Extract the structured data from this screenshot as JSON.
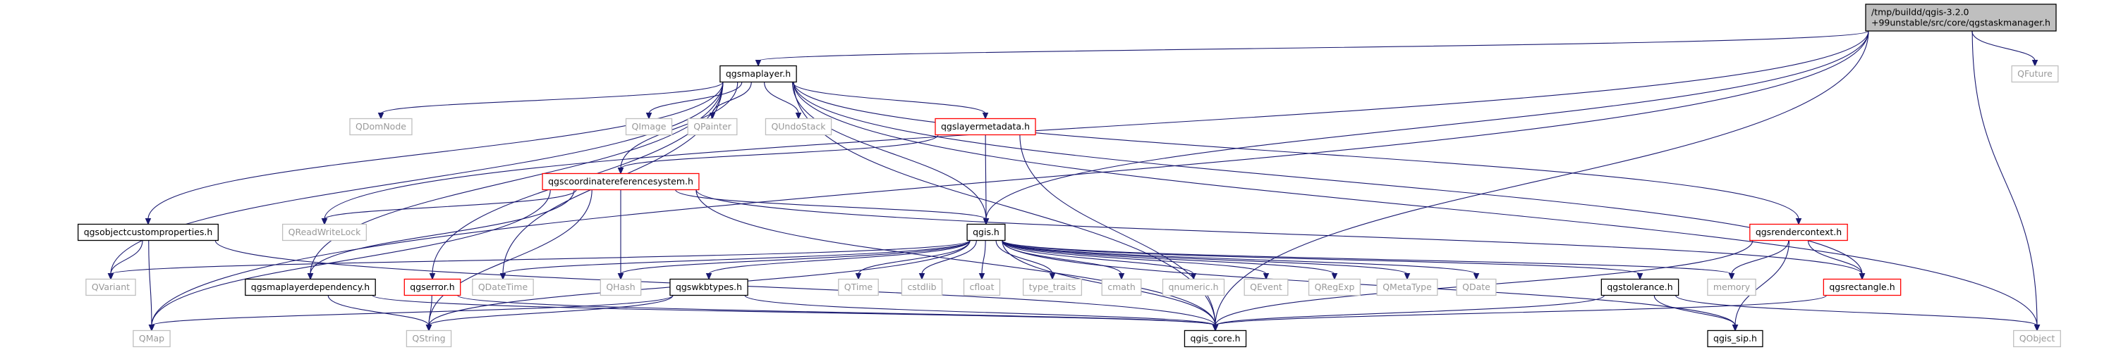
{
  "colors": {
    "edge": "#191970",
    "root_fill": "#bfbfbf",
    "root_border": "#000000",
    "linked_border": "#000000",
    "warning_border": "#ff0000",
    "external_border": "#bfbfbf",
    "external_text": "#999999",
    "node_fill": "#ffffff"
  },
  "nodes": [
    {
      "id": "root",
      "lines": [
        "/tmp/buildd/qgis-3.2.0",
        "+99unstable/src/core/qgstaskmanager.h"
      ],
      "style": "root"
    },
    {
      "id": "qgsmaplayer",
      "lines": [
        "qgsmaplayer.h"
      ],
      "style": "linked"
    },
    {
      "id": "qfuture",
      "lines": [
        "QFuture"
      ],
      "style": "external"
    },
    {
      "id": "qdomnode",
      "lines": [
        "QDomNode"
      ],
      "style": "external"
    },
    {
      "id": "qimage",
      "lines": [
        "QImage"
      ],
      "style": "external"
    },
    {
      "id": "qpainter",
      "lines": [
        "QPainter"
      ],
      "style": "external"
    },
    {
      "id": "qundostack",
      "lines": [
        "QUndoStack"
      ],
      "style": "external"
    },
    {
      "id": "qgslayermetadata",
      "lines": [
        "qgslayermetadata.h"
      ],
      "style": "warning"
    },
    {
      "id": "qgscrs",
      "lines": [
        "qgscoordinatereferencesystem.h"
      ],
      "style": "warning"
    },
    {
      "id": "qgsobjectcustomproperties",
      "lines": [
        "qgsobjectcustomproperties.h"
      ],
      "style": "linked"
    },
    {
      "id": "qreadwritelock",
      "lines": [
        "QReadWriteLock"
      ],
      "style": "external"
    },
    {
      "id": "qgis",
      "lines": [
        "qgis.h"
      ],
      "style": "linked"
    },
    {
      "id": "qgsrendercontext",
      "lines": [
        "qgsrendercontext.h"
      ],
      "style": "warning"
    },
    {
      "id": "qvariant",
      "lines": [
        "QVariant"
      ],
      "style": "external"
    },
    {
      "id": "qgsmaplayerdependency",
      "lines": [
        "qgsmaplayerdependency.h"
      ],
      "style": "linked"
    },
    {
      "id": "qgserror",
      "lines": [
        "qgserror.h"
      ],
      "style": "warning"
    },
    {
      "id": "qdatetime",
      "lines": [
        "QDateTime"
      ],
      "style": "external"
    },
    {
      "id": "qhash",
      "lines": [
        "QHash"
      ],
      "style": "external"
    },
    {
      "id": "qgswkbtypes",
      "lines": [
        "qgswkbtypes.h"
      ],
      "style": "linked"
    },
    {
      "id": "qtime",
      "lines": [
        "QTime"
      ],
      "style": "external"
    },
    {
      "id": "cstdlib",
      "lines": [
        "cstdlib"
      ],
      "style": "external"
    },
    {
      "id": "cfloat",
      "lines": [
        "cfloat"
      ],
      "style": "external"
    },
    {
      "id": "type_traits",
      "lines": [
        "type_traits"
      ],
      "style": "external"
    },
    {
      "id": "cmath",
      "lines": [
        "cmath"
      ],
      "style": "external"
    },
    {
      "id": "qnumeric",
      "lines": [
        "qnumeric.h"
      ],
      "style": "external"
    },
    {
      "id": "qevent",
      "lines": [
        "QEvent"
      ],
      "style": "external"
    },
    {
      "id": "qregexp",
      "lines": [
        "QRegExp"
      ],
      "style": "external"
    },
    {
      "id": "qmetatype",
      "lines": [
        "QMetaType"
      ],
      "style": "external"
    },
    {
      "id": "qdate",
      "lines": [
        "QDate"
      ],
      "style": "external"
    },
    {
      "id": "qgstolerance",
      "lines": [
        "qgstolerance.h"
      ],
      "style": "linked"
    },
    {
      "id": "memory",
      "lines": [
        "memory"
      ],
      "style": "external"
    },
    {
      "id": "qgsrectangle",
      "lines": [
        "qgsrectangle.h"
      ],
      "style": "warning"
    },
    {
      "id": "qmap",
      "lines": [
        "QMap"
      ],
      "style": "external"
    },
    {
      "id": "qstring",
      "lines": [
        "QString"
      ],
      "style": "external"
    },
    {
      "id": "qgis_core",
      "lines": [
        "qgis_core.h"
      ],
      "style": "linked"
    },
    {
      "id": "qgis_sip",
      "lines": [
        "qgis_sip.h"
      ],
      "style": "linked"
    },
    {
      "id": "qobject",
      "lines": [
        "QObject"
      ],
      "style": "external"
    }
  ],
  "edges": [
    [
      "root",
      "qgsmaplayer"
    ],
    [
      "root",
      "qfuture"
    ],
    [
      "root",
      "qreadwritelock"
    ],
    [
      "root",
      "qgis"
    ],
    [
      "root",
      "qgis_core"
    ],
    [
      "root",
      "qmap"
    ],
    [
      "root",
      "qobject"
    ],
    [
      "qgsmaplayer",
      "qdomnode"
    ],
    [
      "qgsmaplayer",
      "qimage"
    ],
    [
      "qgsmaplayer",
      "qpainter"
    ],
    [
      "qgsmaplayer",
      "qundostack"
    ],
    [
      "qgsmaplayer",
      "qgslayermetadata"
    ],
    [
      "qgsmaplayer",
      "qgscrs"
    ],
    [
      "qgsmaplayer",
      "qgsobjectcustomproperties"
    ],
    [
      "qgsmaplayer",
      "qgis"
    ],
    [
      "qgsmaplayer",
      "qgsrendercontext"
    ],
    [
      "qgsmaplayer",
      "qvariant"
    ],
    [
      "qgsmaplayer",
      "qgsmaplayerdependency"
    ],
    [
      "qgsmaplayer",
      "qgserror"
    ],
    [
      "qgsmaplayer",
      "qdatetime"
    ],
    [
      "qgsmaplayer",
      "qgsrectangle"
    ],
    [
      "qgsmaplayer",
      "qgis_core"
    ],
    [
      "qgsmaplayer",
      "qobject"
    ],
    [
      "qgslayermetadata",
      "qgscrs"
    ],
    [
      "qgslayermetadata",
      "qgis"
    ],
    [
      "qgslayermetadata",
      "qgis_core"
    ],
    [
      "qgscrs",
      "qreadwritelock"
    ],
    [
      "qgscrs",
      "qgis"
    ],
    [
      "qgscrs",
      "qhash"
    ],
    [
      "qgscrs",
      "qgsrectangle"
    ],
    [
      "qgscrs",
      "qmap"
    ],
    [
      "qgscrs",
      "qstring"
    ],
    [
      "qgscrs",
      "qgis_core"
    ],
    [
      "qgscrs",
      "qgsmaplayerdependency"
    ],
    [
      "qgsobjectcustomproperties",
      "qvariant"
    ],
    [
      "qgsobjectcustomproperties",
      "qmap"
    ],
    [
      "qgsobjectcustomproperties",
      "qgis_core"
    ],
    [
      "qgis",
      "qvariant"
    ],
    [
      "qgis",
      "qdatetime"
    ],
    [
      "qgis",
      "qhash"
    ],
    [
      "qgis",
      "qgswkbtypes"
    ],
    [
      "qgis",
      "qtime"
    ],
    [
      "qgis",
      "cstdlib"
    ],
    [
      "qgis",
      "cfloat"
    ],
    [
      "qgis",
      "type_traits"
    ],
    [
      "qgis",
      "cmath"
    ],
    [
      "qgis",
      "qnumeric"
    ],
    [
      "qgis",
      "qevent"
    ],
    [
      "qgis",
      "qregexp"
    ],
    [
      "qgis",
      "qmetatype"
    ],
    [
      "qgis",
      "qdate"
    ],
    [
      "qgis",
      "qgstolerance"
    ],
    [
      "qgis",
      "memory"
    ],
    [
      "qgis",
      "qstring"
    ],
    [
      "qgis",
      "qgis_core"
    ],
    [
      "qgis",
      "qgis_sip"
    ],
    [
      "qgsrendercontext",
      "memory"
    ],
    [
      "qgsrendercontext",
      "qgsrectangle"
    ],
    [
      "qgsrendercontext",
      "qgis_core"
    ],
    [
      "qgsrendercontext",
      "qgis_sip"
    ],
    [
      "qgsmaplayerdependency",
      "qstring"
    ],
    [
      "qgsmaplayerdependency",
      "qgis_core"
    ],
    [
      "qgserror",
      "qstring"
    ],
    [
      "qgserror",
      "qgis_core"
    ],
    [
      "qgswkbtypes",
      "qstring"
    ],
    [
      "qgswkbtypes",
      "qmap"
    ],
    [
      "qgswkbtypes",
      "qgis_core"
    ],
    [
      "qgstolerance",
      "qobject"
    ],
    [
      "qgstolerance",
      "qgis_core"
    ],
    [
      "qgstolerance",
      "qgis_sip"
    ],
    [
      "qgsrectangle",
      "qgis_core"
    ]
  ]
}
